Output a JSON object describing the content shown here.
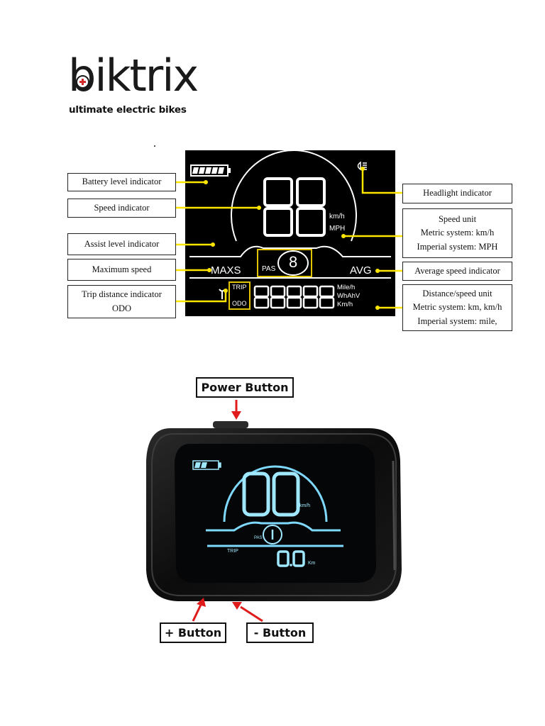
{
  "brand": {
    "name": "biktrix",
    "tagline": "ultimate electric bikes"
  },
  "lcd_diagram": {
    "labels_left": [
      {
        "lines": [
          "Battery level indicator"
        ]
      },
      {
        "lines": [
          "Speed indicator"
        ]
      },
      {
        "lines": [
          "Assist level indicator"
        ]
      },
      {
        "lines": [
          "Maximum speed"
        ]
      },
      {
        "lines": [
          "Trip distance indicator",
          "ODO"
        ]
      }
    ],
    "labels_right": [
      {
        "lines": [
          "Headlight indicator"
        ]
      },
      {
        "lines": [
          "Speed unit",
          "Metric system: km/h",
          "Imperial system: MPH"
        ]
      },
      {
        "lines": [
          "Average speed indicator"
        ]
      },
      {
        "lines": [
          "Distance/speed unit",
          "Metric system: km, km/h",
          "Imperial system: mile,"
        ]
      }
    ],
    "screen": {
      "speed_digits": "88",
      "unit_kmh": "km/h",
      "unit_mph": "MPH",
      "maxs": "MAXS",
      "avg": "AVG",
      "pas_label": "PAS",
      "pas_digit": "8",
      "trip": "TRIP",
      "odo": "ODO",
      "distance_digits": "88888",
      "distance_units": [
        "Mile/h",
        "WhAhV",
        "Km/h"
      ]
    }
  },
  "device": {
    "speed": "00",
    "speed_unit": "km/h",
    "pas_label": "PAS",
    "trip_label": "TRIP",
    "distance": "0.0",
    "distance_unit": "Km"
  },
  "buttons": {
    "power": "Power Button",
    "plus": "+ Button",
    "minus": "- Button"
  },
  "colors": {
    "connector": "#ffe600",
    "arrow": "#e01b1b",
    "lcd_glow": "#7fd9ff"
  }
}
